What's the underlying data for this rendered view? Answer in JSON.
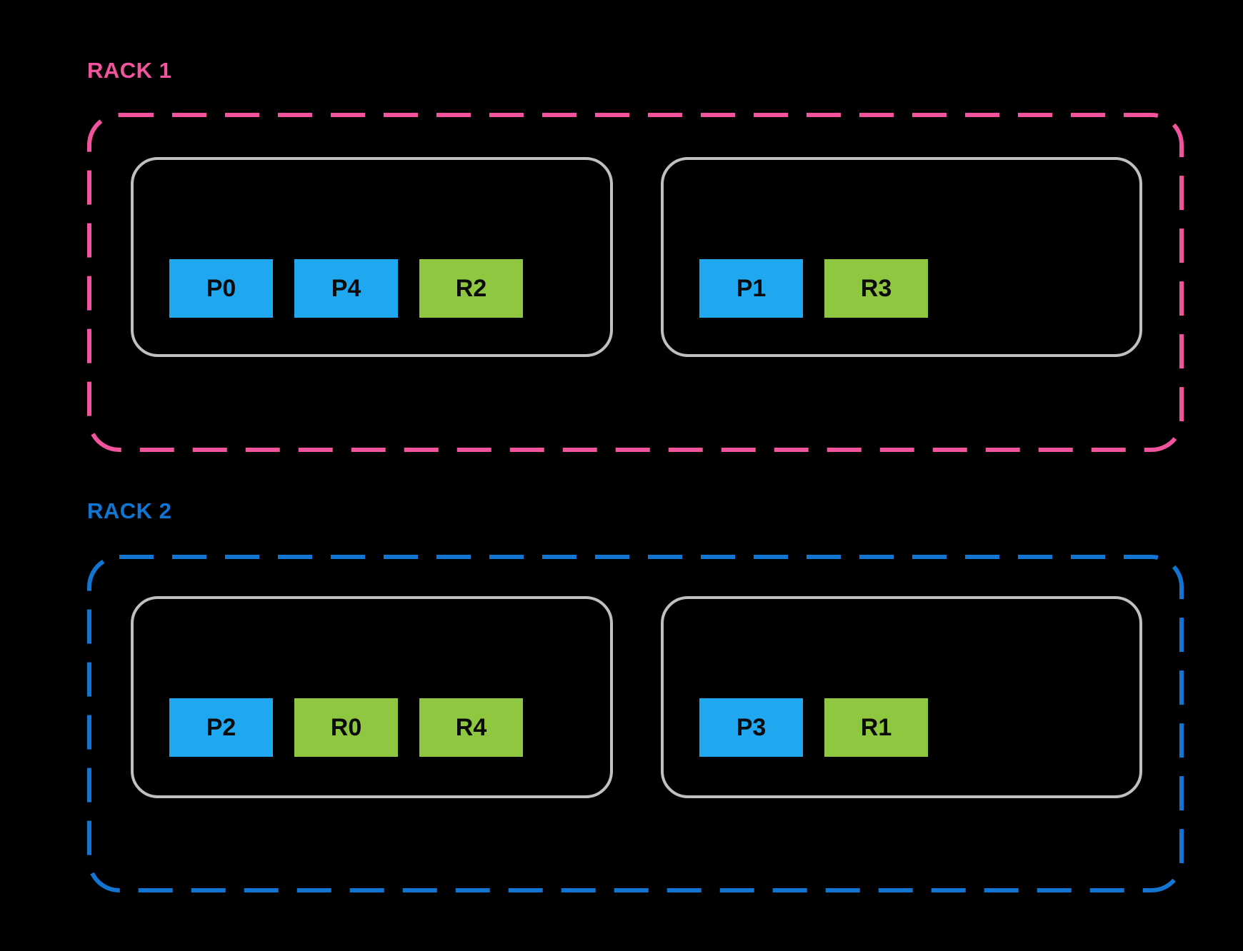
{
  "colors": {
    "background": "#000000",
    "rack1_accent": "#F1549C",
    "rack2_accent": "#1375D2",
    "node_border": "#C0C0C0",
    "pod_fill": "#1FA8F0",
    "replica_fill": "#8FC740",
    "chip_text": "#0B0B0B"
  },
  "racks": [
    {
      "label": "RACK 1",
      "accent_color": "#F1549C",
      "nodes": [
        {
          "chips": [
            {
              "label": "P0",
              "type": "pod"
            },
            {
              "label": "P4",
              "type": "pod"
            },
            {
              "label": "R2",
              "type": "replica"
            }
          ]
        },
        {
          "chips": [
            {
              "label": "P1",
              "type": "pod"
            },
            {
              "label": "R3",
              "type": "replica"
            }
          ]
        }
      ]
    },
    {
      "label": "RACK 2",
      "accent_color": "#1375D2",
      "nodes": [
        {
          "chips": [
            {
              "label": "P2",
              "type": "pod"
            },
            {
              "label": "R0",
              "type": "replica"
            },
            {
              "label": "R4",
              "type": "replica"
            }
          ]
        },
        {
          "chips": [
            {
              "label": "P3",
              "type": "pod"
            },
            {
              "label": "R1",
              "type": "replica"
            }
          ]
        }
      ]
    }
  ]
}
